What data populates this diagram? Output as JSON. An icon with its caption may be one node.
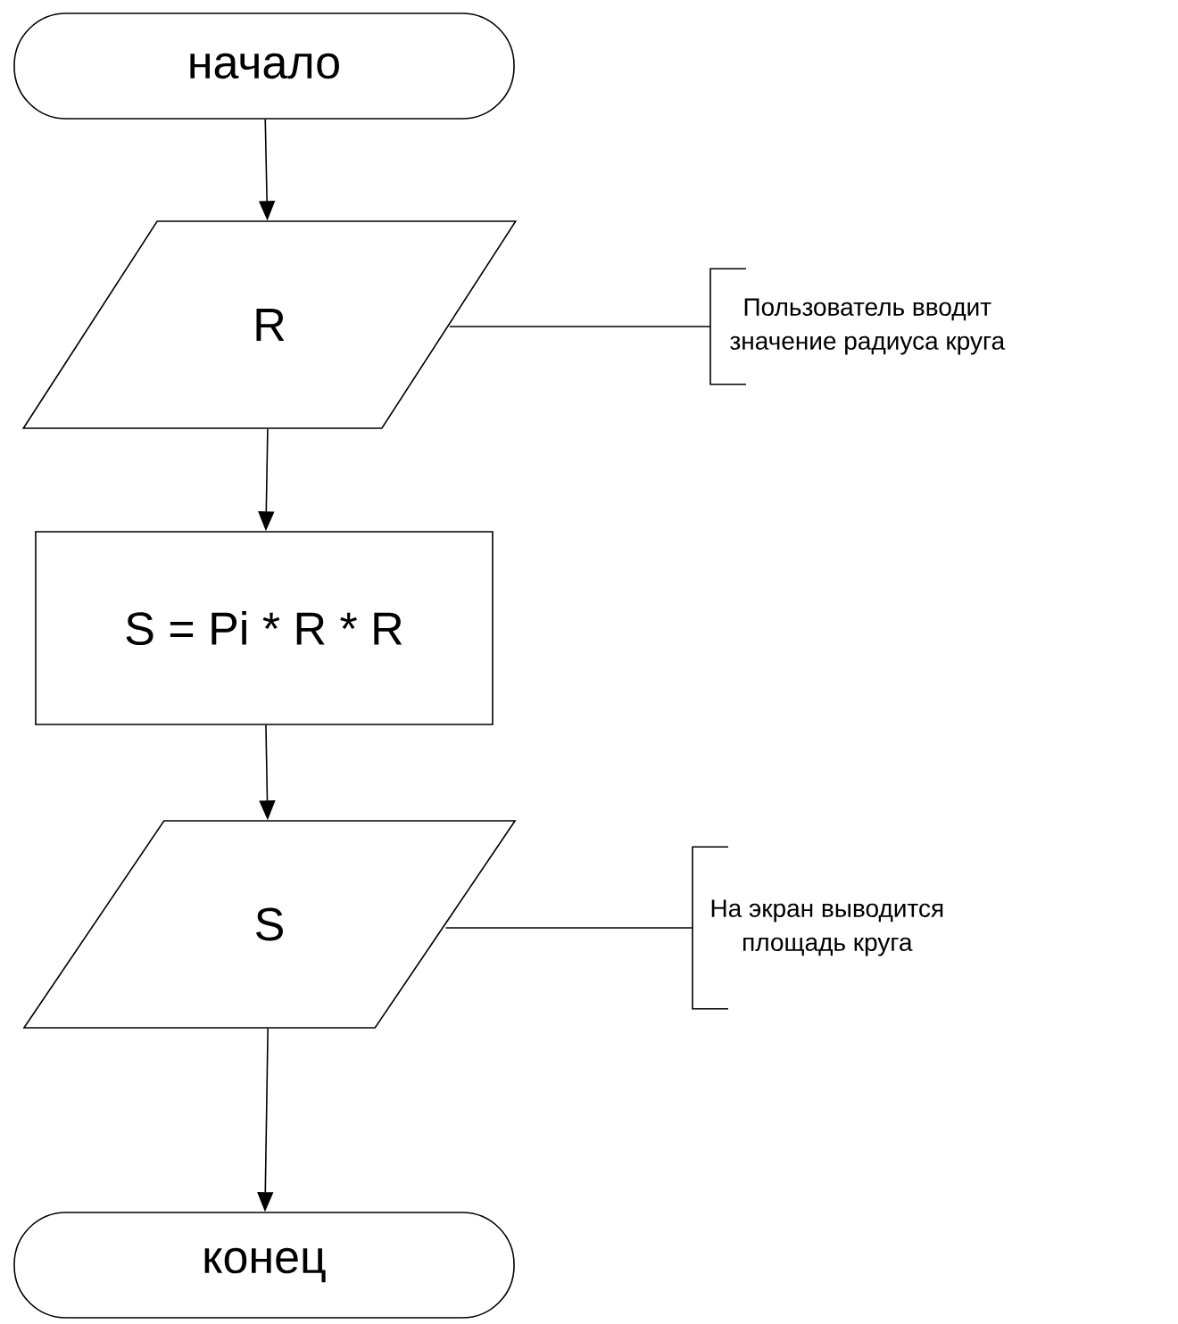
{
  "diagram": {
    "nodes": [
      {
        "text": [
          "начало"
        ]
      },
      {
        "text": [
          "R"
        ]
      },
      {
        "text": [
          "S = Pi * R * R"
        ]
      },
      {
        "text": [
          "S"
        ]
      },
      {
        "text": [
          "конец"
        ]
      },
      {
        "text": [
          "Пользователь вводит значение радиуса круга"
        ]
      },
      {
        "text": [
          "На экран выводится площадь круга"
        ]
      }
    ],
    "edges": [
      {
        "from": 0,
        "to": 1,
        "arrow": "to"
      },
      {
        "from": 1,
        "to": 2,
        "arrow": "to"
      },
      {
        "from": 2,
        "to": 3,
        "arrow": "to"
      },
      {
        "from": 3,
        "to": 4,
        "arrow": "to"
      },
      {
        "from": 1,
        "to": 5,
        "arrow": "none"
      },
      {
        "from": 3,
        "to": 6,
        "arrow": "none"
      }
    ]
  }
}
